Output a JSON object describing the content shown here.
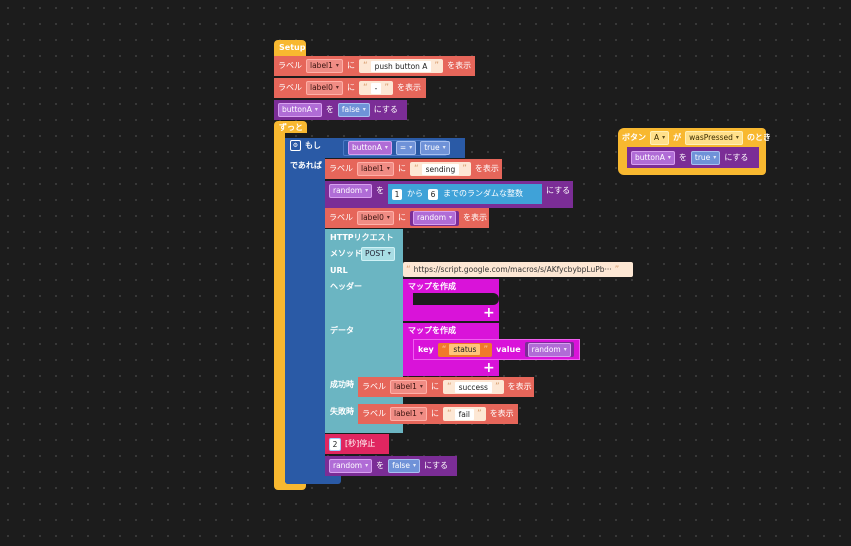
{
  "setup": {
    "hat": "Setup",
    "r1": {
      "label": "ラベル",
      "var": "label1",
      "ni": "に",
      "text": "push button A",
      "show": "を表示"
    },
    "r2": {
      "label": "ラベル",
      "var": "label0",
      "ni": "に",
      "text": "-",
      "show": "を表示"
    },
    "r3": {
      "var": "buttonA",
      "wo": "を",
      "val": "false",
      "suru": "にする"
    }
  },
  "loop": {
    "label": "ずっと",
    "if": {
      "moshi": "もし",
      "var": "buttonA",
      "op": "=",
      "val": "true",
      "deareba": "であれば"
    },
    "b1": {
      "label": "ラベル",
      "var": "label1",
      "ni": "に",
      "text": "sending",
      "show": "を表示"
    },
    "b2": {
      "var": "random",
      "wo": "を",
      "from": "1",
      "kara": "から",
      "to": "6",
      "rand": "までのランダムな整数",
      "suru": "にする"
    },
    "b3": {
      "label": "ラベル",
      "var": "label0",
      "ni": "に",
      "val": "random",
      "show": "を表示"
    },
    "http": {
      "title": "HTTPリクエスト",
      "method_label": "メソッド",
      "method": "POST",
      "url_label": "URL",
      "url": "https://script.google.com/macros/s/AKfycbybpLuPb···",
      "header_label": "ヘッダー",
      "map1": "マップを作成",
      "data_label": "データ",
      "map2": "マップを作成",
      "key_label": "key",
      "key": "status",
      "value_label": "value",
      "value": "random",
      "success_label": "成功時",
      "success": {
        "label": "ラベル",
        "var": "label1",
        "ni": "に",
        "text": "success",
        "show": "を表示"
      },
      "fail_label": "失敗時",
      "fail": {
        "label": "ラベル",
        "var": "label1",
        "ni": "に",
        "text": "fail",
        "show": "を表示"
      }
    },
    "wait": {
      "num": "2",
      "text": "[秒]停止"
    },
    "b5": {
      "var": "random",
      "wo": "を",
      "val": "false",
      "suru": "にする"
    }
  },
  "event": {
    "btn": "ボタン",
    "name": "A",
    "ga": "が",
    "cond": "wasPressed",
    "toki": "のとき",
    "body": {
      "var": "buttonA",
      "wo": "を",
      "val": "true",
      "suru": "にする"
    }
  },
  "colors": {
    "yellow": "#f8b830",
    "red": "#e6665a",
    "purple": "#7b2d96",
    "blue": "#2a5aa6",
    "teal": "#6bb5c2",
    "magenta": "#d913d9",
    "orange": "#f07a2a",
    "pink": "#e02660",
    "lightblue": "#3fa2d8"
  }
}
